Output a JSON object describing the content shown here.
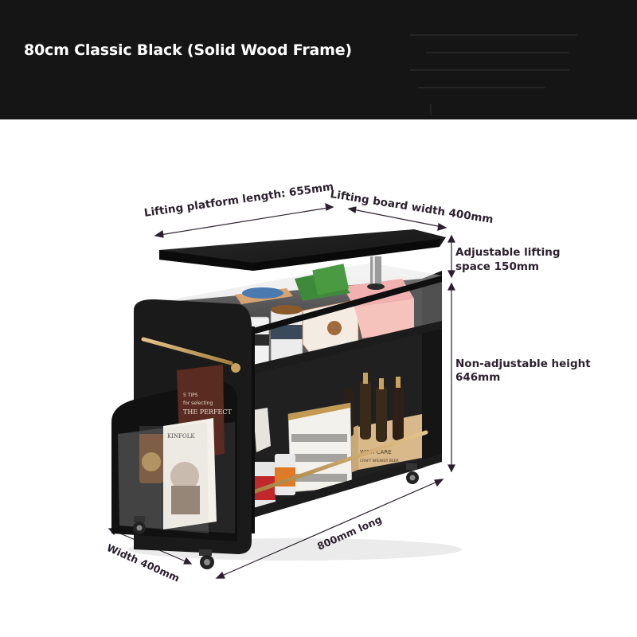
{
  "header": {
    "title": "80cm Classic Black (Solid Wood Frame)"
  },
  "labels": {
    "platform_length": "Lifting platform length: 655mm",
    "board_width": "Lifting board width 400mm",
    "lifting_space_line1": "Adjustable lifting",
    "lifting_space_line2": "space 150mm",
    "fixed_height_line1": "Non-adjustable height",
    "fixed_height_line2": "646mm",
    "length": "800mm long",
    "width": "Width 400mm"
  },
  "book_text": {
    "spine1": "5 TIPS",
    "spine2": "for selecting",
    "spine3": "THE PERFECT",
    "mag": "KINFOLK"
  },
  "box_text": {
    "line1": "WITH CARE",
    "line2": "CRAFT BREWER BEER"
  },
  "colors": {
    "header_bg": "#151515",
    "cart_body": "#1b1b1b",
    "accent_gold": "#c9a25e",
    "label_text": "#2c1f2e"
  }
}
